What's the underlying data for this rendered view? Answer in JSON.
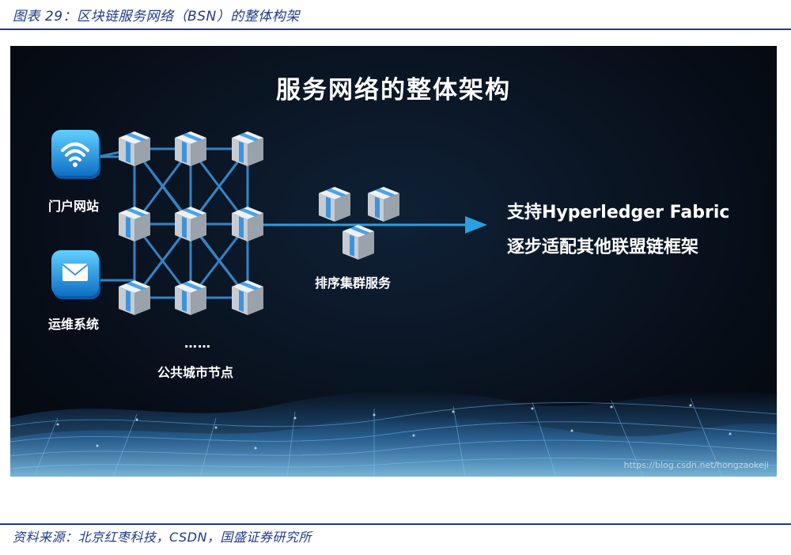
{
  "figure": {
    "title": "图表 29：区块链服务网络（BSN）的整体构架",
    "source": "资料来源：北京红枣科技，CSDN，国盛证券研究所"
  },
  "diagram": {
    "heading": "服务网络的整体架构",
    "portal_label": "门户网站",
    "ops_label": "运维系统",
    "city_nodes_label": "公共城市节点",
    "ellipsis": "……",
    "ordering_label": "排序集群服务",
    "support_line1": "支持Hyperledger Fabric",
    "support_line2": "逐步适配其他联盟链框架",
    "watermark": "https://blog.csdn.net/hongzaokeji"
  },
  "colors": {
    "figure_text": "#1f3a8a",
    "link_line": "#3a8fd6",
    "arrow": "#2b9fe0",
    "panel_bg": "#070d17"
  },
  "icons": {
    "portal": "wifi-icon",
    "ops": "envelope-icon",
    "node": "server-cube-icon"
  }
}
